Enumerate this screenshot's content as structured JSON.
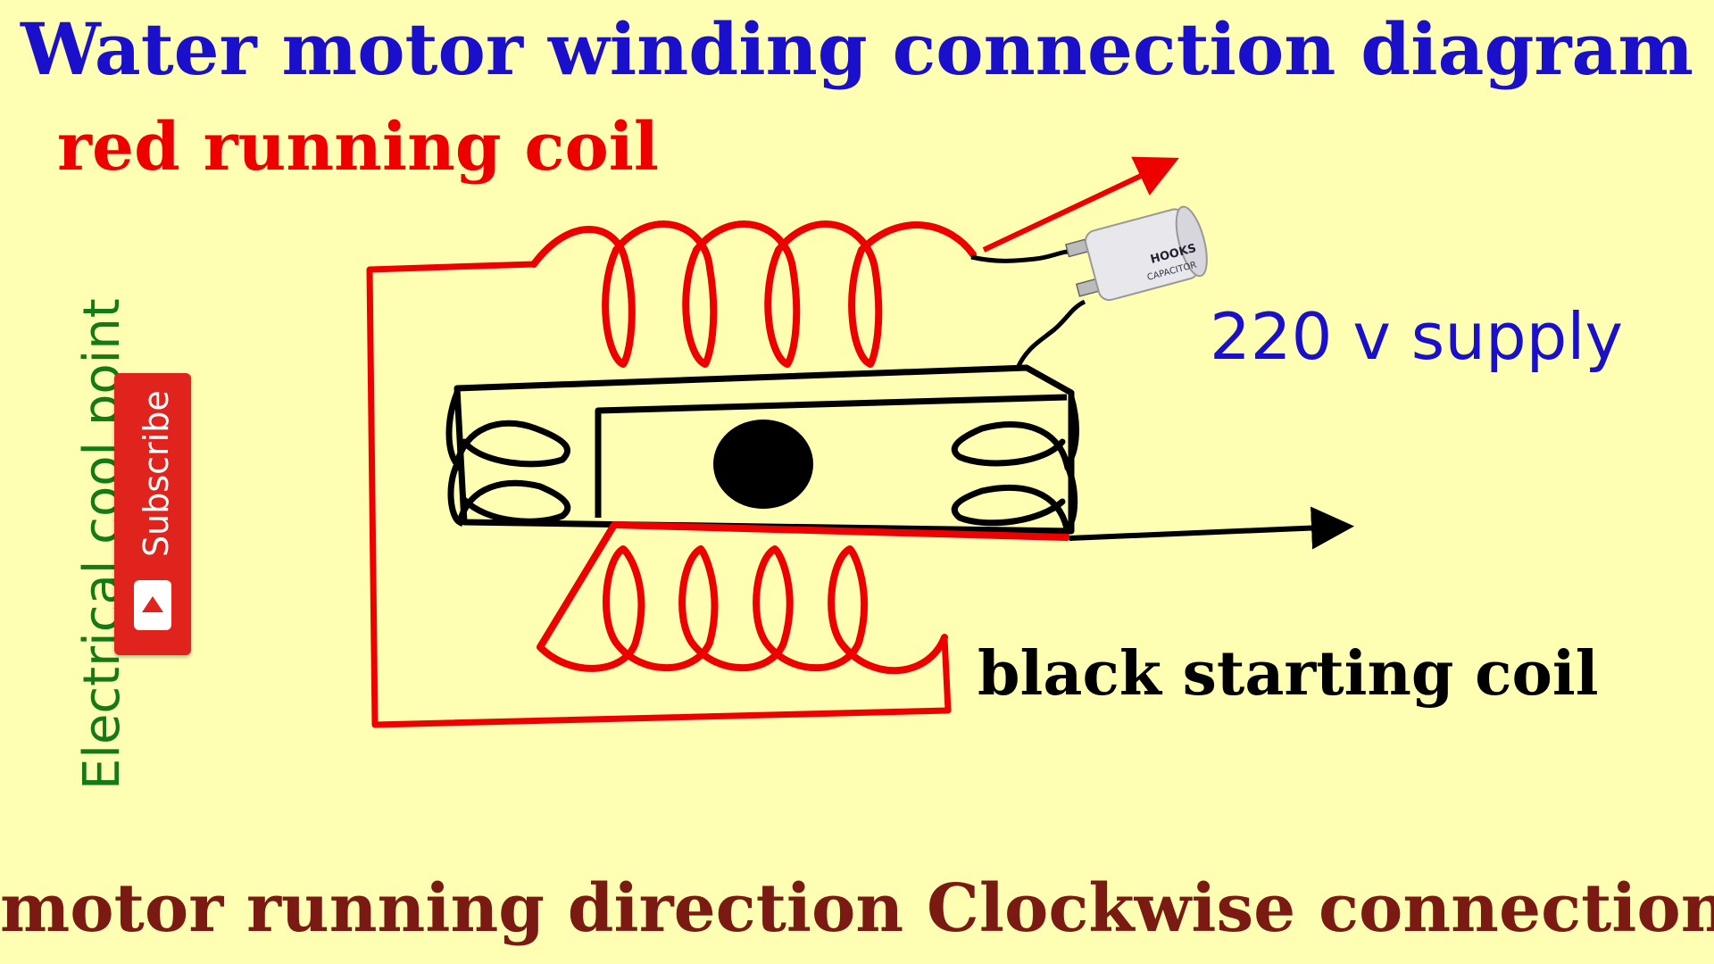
{
  "title": "Water motor winding connection diagram",
  "labels": {
    "running_coil": "red running coil",
    "supply": "220 v supply",
    "starting_coil": "black starting coil",
    "direction": "motor running direction Clockwise connection"
  },
  "channel": {
    "name": "Electrical cool point",
    "subscribe_label": "Subscribe"
  },
  "capacitor": {
    "brand": "HOOKS",
    "type": "CAPACITOR"
  },
  "colors": {
    "title": "#1a10cc",
    "running_coil": "#ee0000",
    "starting_coil": "#000000",
    "supply": "#1a10cc",
    "direction": "#7a1a12",
    "channel": "#157a15",
    "subscribe_button": "#e0231c",
    "background": "#ffffb4"
  }
}
